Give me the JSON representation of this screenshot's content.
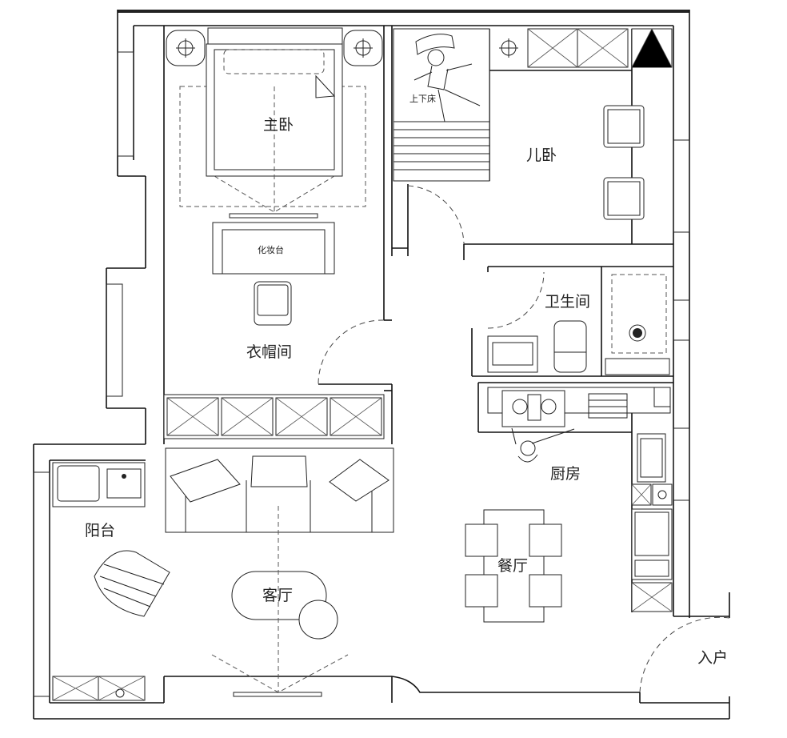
{
  "rooms": {
    "master_bedroom": "主卧",
    "child_bedroom": "儿卧",
    "bunk_bed": "上下床",
    "vanity": "化妆台",
    "bathroom": "卫生间",
    "cloakroom": "衣帽间",
    "kitchen": "厨房",
    "balcony": "阳台",
    "dining_room": "餐厅",
    "living_room": "客厅",
    "entrance": "入户"
  }
}
